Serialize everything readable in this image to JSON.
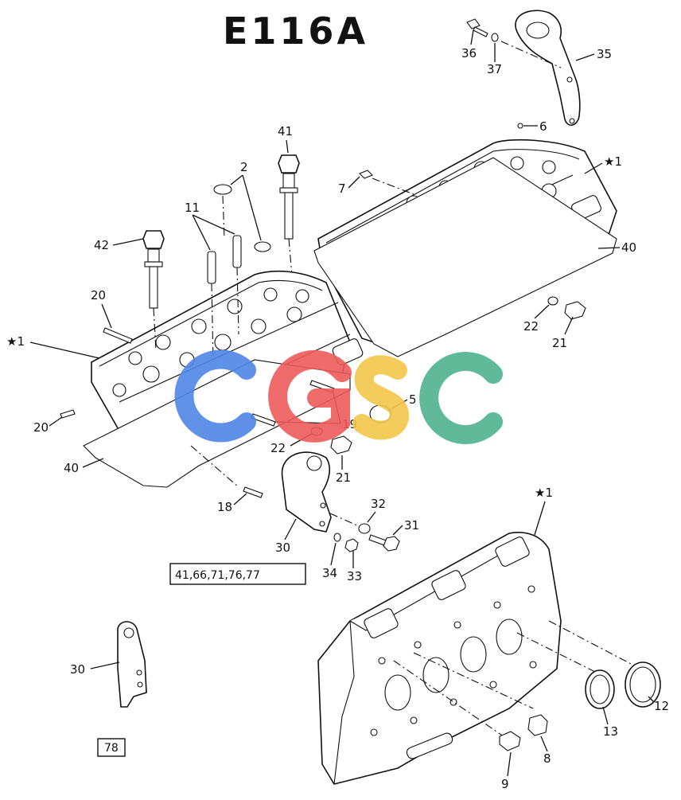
{
  "diagram": {
    "title": "E116A",
    "ref_box_primary": "41,66,71,76,77",
    "ref_box_secondary": "78",
    "callouts": {
      "c36": "36",
      "c37": "37",
      "c35": "35",
      "c6": "6",
      "c41": "41",
      "c2": "2",
      "c7": "7",
      "c1a": "★1",
      "c11": "11",
      "c42": "42",
      "c40a": "40",
      "c20a": "20",
      "c1b": "★1",
      "c22a": "22",
      "c21a": "21",
      "c5": "5",
      "c19": "19",
      "c20b": "20",
      "c22b": "22",
      "c21b": "21",
      "c40b": "40",
      "c18": "18",
      "c32": "32",
      "c31": "31",
      "c30a": "30",
      "c34": "34",
      "c33": "33",
      "c1c": "★1",
      "c30b": "30",
      "c12": "12",
      "c13": "13",
      "c8": "8",
      "c9": "9"
    },
    "watermark": {
      "text": "CGSC",
      "colors": [
        "#4f86e6",
        "#ee5a5a",
        "#f3c74a",
        "#4fb38e"
      ]
    }
  }
}
